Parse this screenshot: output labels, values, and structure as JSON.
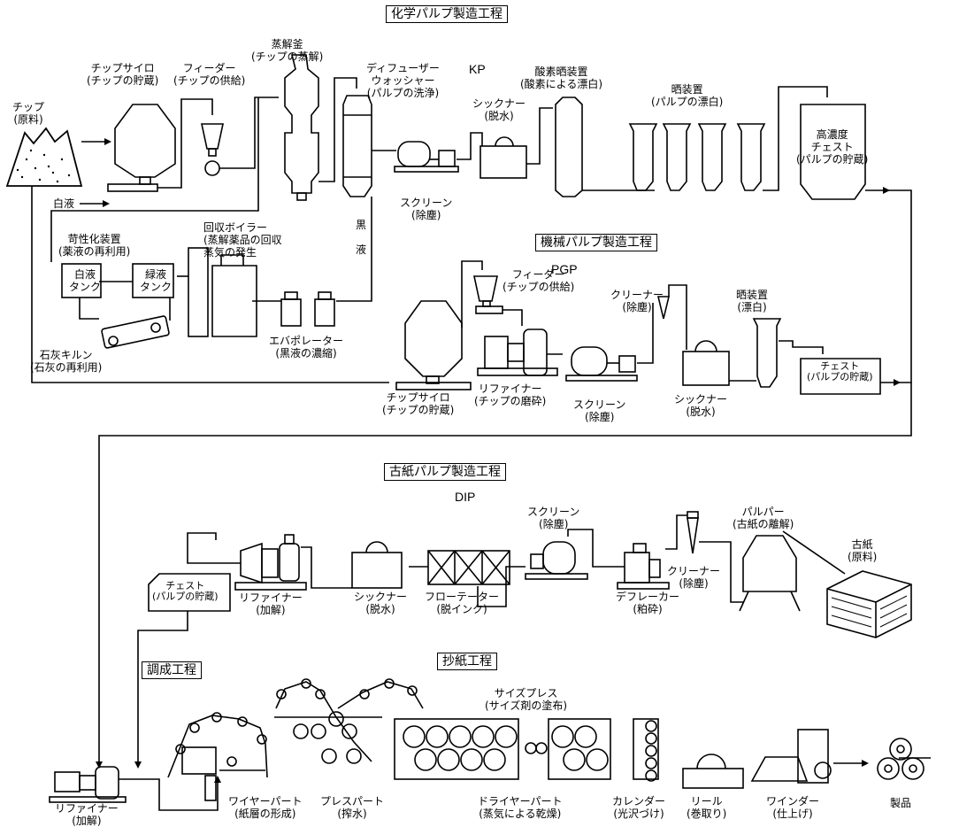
{
  "sections": {
    "chemical": "化学パルプ製造工程",
    "mechanical": "機械パルプ製造工程",
    "recycled": "古紙パルプ製造工程",
    "blending": "調成工程",
    "papermaking": "抄紙工程"
  },
  "codes": {
    "kp": "KP",
    "pgp": "PGP",
    "dip": "DIP"
  },
  "labels": {
    "chip_raw": [
      "チップ",
      "(原料)"
    ],
    "white_liquor": "白液",
    "chip_silo": [
      "チップサイロ",
      "(チップの貯蔵)"
    ],
    "feeder": [
      "フィーダー",
      "(チップの供給)"
    ],
    "digester": [
      "蒸解釜",
      "(チップの蒸解)"
    ],
    "diffuser": [
      "ディフューザー",
      "ウォッシャー",
      "(パルプの洗浄)"
    ],
    "screen_kp": [
      "スクリーン",
      "(除塵)"
    ],
    "thickener_kp": [
      "シックナー",
      "(脱水)"
    ],
    "oxygen_bleach": [
      "酸素晒装置",
      "(酸素による漂白)"
    ],
    "bleacher_kp": [
      "晒装置",
      "(パルプの漂白)"
    ],
    "hd_chest": [
      "高濃度",
      "チェスト",
      "(パルプの貯蔵)"
    ],
    "black_liquor": [
      "黒",
      "液"
    ],
    "causticizer": [
      "苛性化装置",
      "(薬液の再利用)"
    ],
    "white_tank": [
      "白液",
      "タンク"
    ],
    "green_tank": [
      "緑液",
      "タンク"
    ],
    "recovery_boiler": [
      "回収ボイラー",
      "(蒸解薬品の回収",
      "蒸気の発生"
    ],
    "lime_kiln": [
      "石灰キルン",
      "(石灰の再利用)"
    ],
    "evaporator": [
      "エバポレーター",
      "(黒液の濃縮)"
    ],
    "chip_silo_m": [
      "チップサイロ",
      "(チップの貯蔵)"
    ],
    "feeder_m": [
      "フィーダー",
      "(チップの供給)"
    ],
    "refiner_m": [
      "リファイナー",
      "(チップの磨砕)"
    ],
    "screen_m": [
      "スクリーン",
      "(除塵)"
    ],
    "cleaner_m": [
      "クリーナー",
      "(除塵)"
    ],
    "thickener_m": [
      "シックナー",
      "(脱水)"
    ],
    "bleacher_m": [
      "晒装置",
      "(漂白)"
    ],
    "chest_m": [
      "チェスト",
      "(パルプの貯蔵)"
    ],
    "pulper": [
      "パルパー",
      "(古紙の離解)"
    ],
    "wastepaper": [
      "古紙",
      "(原料)"
    ],
    "screen_d": [
      "スクリーン",
      "(除塵)"
    ],
    "cleaner_d": [
      "クリーナー",
      "(除塵)"
    ],
    "deflaker": [
      "デフレーカー",
      "(粕砕)"
    ],
    "flotator": [
      "フローテーター",
      "(脱インク)"
    ],
    "thickener_d": [
      "シックナー",
      "(脱水)"
    ],
    "refiner_d": [
      "リファイナー",
      "(加解)"
    ],
    "chest_d": [
      "チェスト",
      "(パルプの貯蔵)"
    ],
    "refiner_p": [
      "リファイナー",
      "(加解)"
    ],
    "wire": [
      "ワイヤーパート",
      "(紙層の形成)"
    ],
    "press": [
      "プレスパート",
      "(搾水)"
    ],
    "size_press": [
      "サイズプレス",
      "(サイズ剤の塗布)"
    ],
    "dryer": [
      "ドライヤーパート",
      "(蒸気による乾燥)"
    ],
    "calender": [
      "カレンダー",
      "(光沢づけ)"
    ],
    "reel": [
      "リール",
      "(巻取り)"
    ],
    "winder": [
      "ワインダー",
      "(仕上げ)"
    ],
    "product": "製品"
  }
}
